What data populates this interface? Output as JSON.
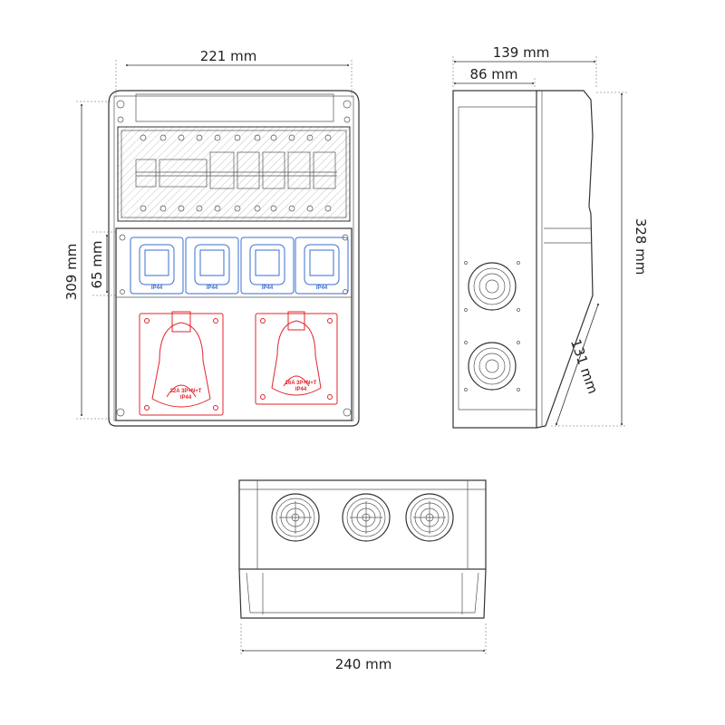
{
  "dimensions": {
    "front_width": "221 mm",
    "front_height": "309 mm",
    "front_section": "65 mm",
    "side_depth": "139 mm",
    "side_inner_depth": "86 mm",
    "side_height": "328 mm",
    "side_slope": "131 mm",
    "bottom_width": "240 mm"
  },
  "sockets": {
    "blue_labels": [
      "IP44",
      "IP44",
      "IP44",
      "IP44"
    ],
    "red_left": {
      "line1": "32A 3P+N+T",
      "line2": "IP44"
    },
    "red_right": {
      "line1": "16A 3P+N+T",
      "line2": "IP44"
    }
  },
  "colors": {
    "blue_socket": "#3a6fd1",
    "red_socket": "#e0242c"
  }
}
